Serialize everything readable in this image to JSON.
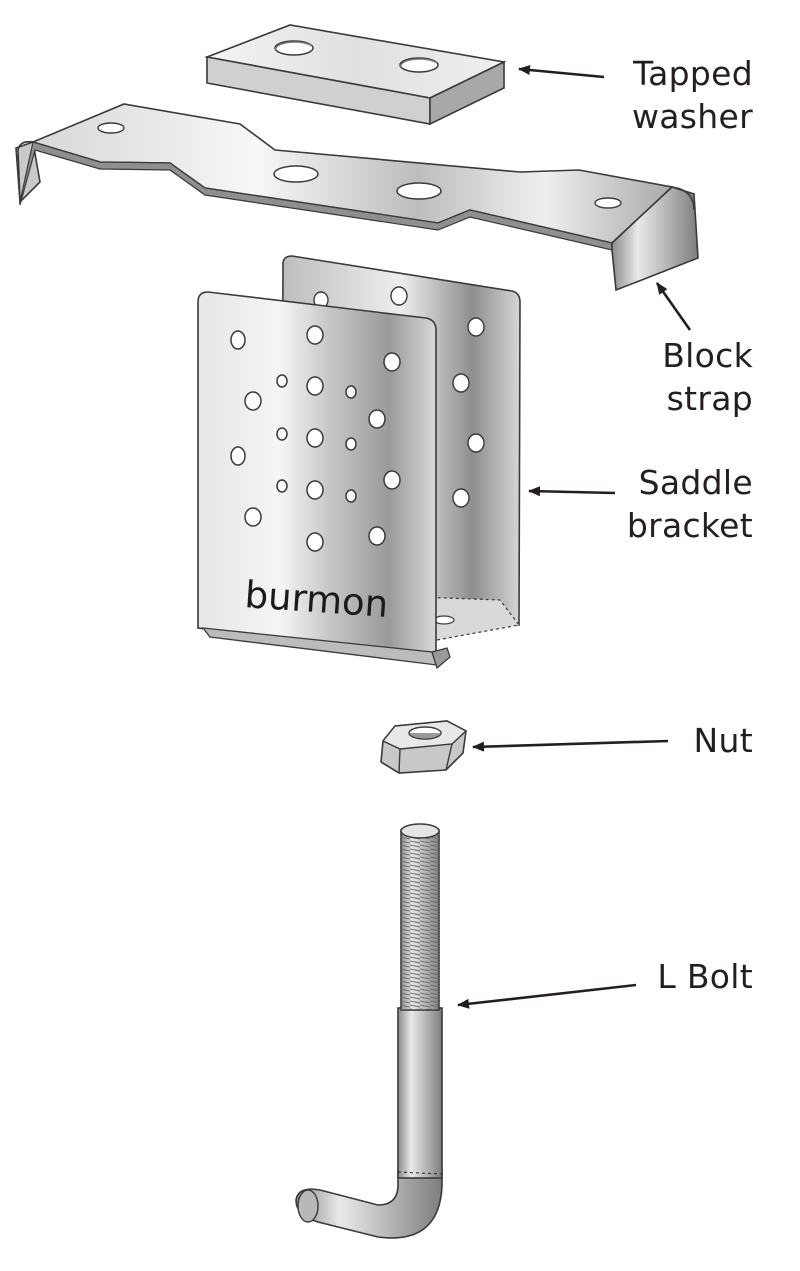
{
  "diagram": {
    "brand": "burmon",
    "labels": {
      "tapped_washer": [
        "Tapped",
        "washer"
      ],
      "block_strap": [
        "Block",
        "strap"
      ],
      "saddle_bracket": [
        "Saddle",
        "bracket"
      ],
      "nut": [
        "Nut"
      ],
      "l_bolt": [
        "L Bolt"
      ]
    }
  },
  "colors": {
    "text": "#231f20",
    "outline": "#3a3a3a",
    "metal_light": "#f2f2f2",
    "metal_mid": "#c8c8c8",
    "metal_dark": "#8e8e8e"
  }
}
